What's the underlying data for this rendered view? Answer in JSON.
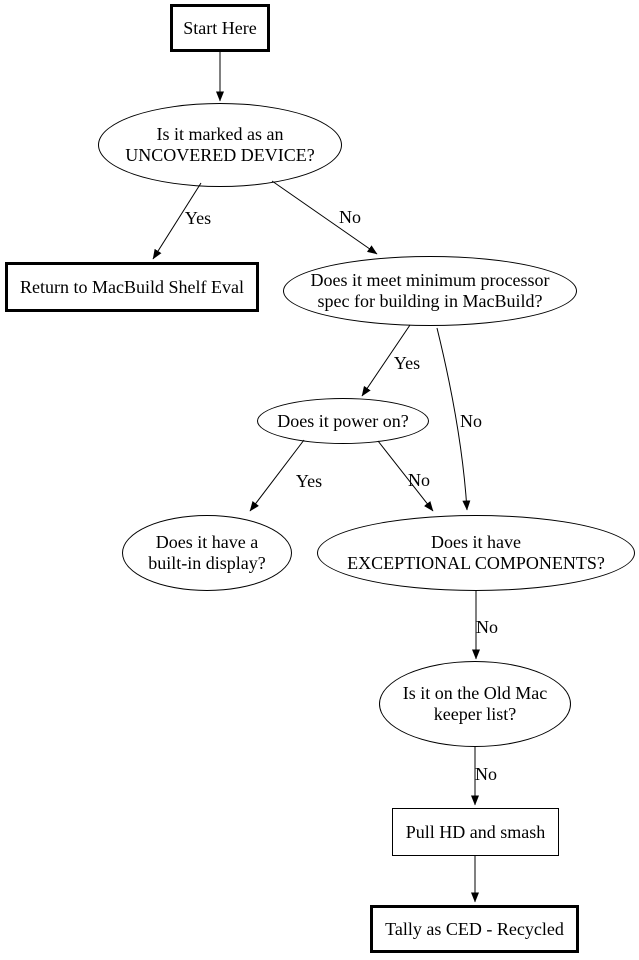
{
  "diagram": {
    "background": "#ffffff",
    "line_color": "#000000",
    "text_color": "#000000",
    "nodes": {
      "start": {
        "label": "Start Here",
        "shape": "box"
      },
      "uncovered": {
        "label": "Is it marked as an\nUNCOVERED DEVICE?",
        "shape": "ellipse"
      },
      "return_shelf": {
        "label": "Return to MacBuild Shelf Eval",
        "shape": "box"
      },
      "processor": {
        "label": "Does it meet minimum processor\nspec for building in MacBuild?",
        "shape": "ellipse"
      },
      "power_on": {
        "label": "Does it power on?",
        "shape": "ellipse"
      },
      "built_in_display": {
        "label": "Does it have a\nbuilt-in display?",
        "shape": "ellipse"
      },
      "exceptional": {
        "label": "Does it have\nEXCEPTIONAL COMPONENTS?",
        "shape": "ellipse"
      },
      "keeper_list": {
        "label": "Is it on the Old Mac\nkeeper list?",
        "shape": "ellipse"
      },
      "pull_hd": {
        "label": "Pull HD and smash",
        "shape": "box"
      },
      "tally": {
        "label": "Tally as CED - Recycled",
        "shape": "box"
      }
    },
    "edges": [
      {
        "from": "start",
        "to": "uncovered",
        "label": ""
      },
      {
        "from": "uncovered",
        "to": "return_shelf",
        "label": "Yes"
      },
      {
        "from": "uncovered",
        "to": "processor",
        "label": "No"
      },
      {
        "from": "processor",
        "to": "power_on",
        "label": "Yes"
      },
      {
        "from": "processor",
        "to": "exceptional",
        "label": "No"
      },
      {
        "from": "power_on",
        "to": "built_in_display",
        "label": "Yes"
      },
      {
        "from": "power_on",
        "to": "exceptional",
        "label": "No"
      },
      {
        "from": "exceptional",
        "to": "keeper_list",
        "label": "No"
      },
      {
        "from": "keeper_list",
        "to": "pull_hd",
        "label": "No"
      },
      {
        "from": "pull_hd",
        "to": "tally",
        "label": ""
      }
    ]
  }
}
